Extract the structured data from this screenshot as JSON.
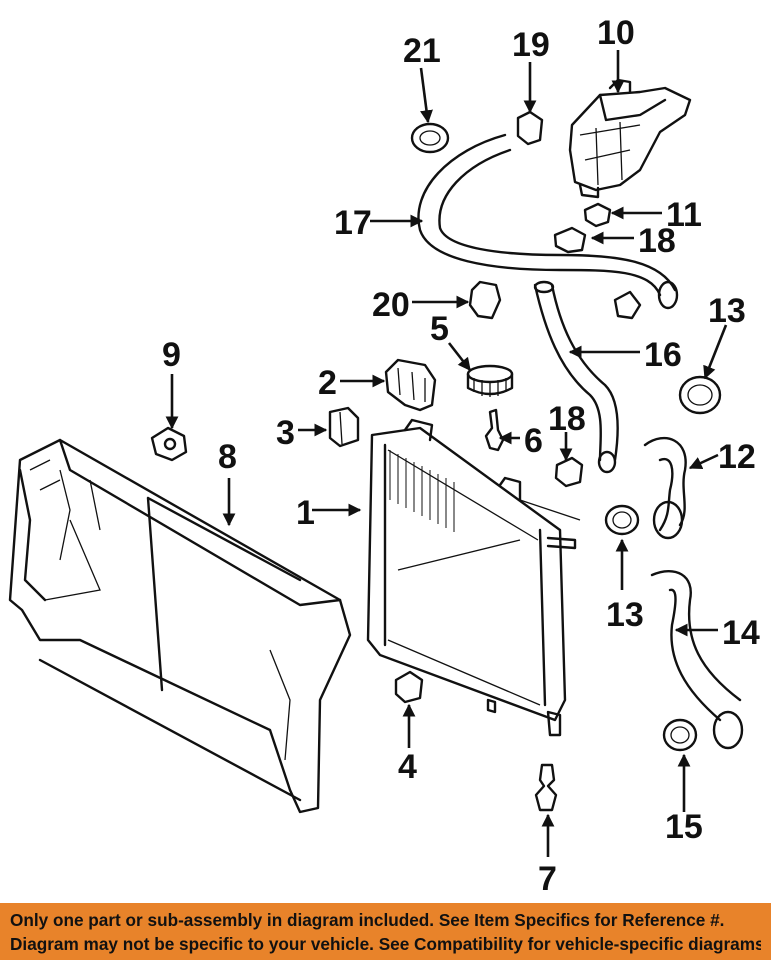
{
  "callouts": [
    "1",
    "2",
    "3",
    "4",
    "5",
    "6",
    "7",
    "8",
    "9",
    "10",
    "11",
    "12",
    "13",
    "13",
    "14",
    "15",
    "16",
    "17",
    "18",
    "18",
    "19",
    "20",
    "21"
  ],
  "banner": {
    "line1": "Only one part or sub-assembly in diagram included. See Item Specifics for Reference #.",
    "line2": "Diagram may not be specific to your vehicle. See Compatibility for vehicle-specific diagrams."
  },
  "colors": {
    "banner_bg": "#e8832a",
    "ink": "#111111",
    "background": "#ffffff"
  }
}
